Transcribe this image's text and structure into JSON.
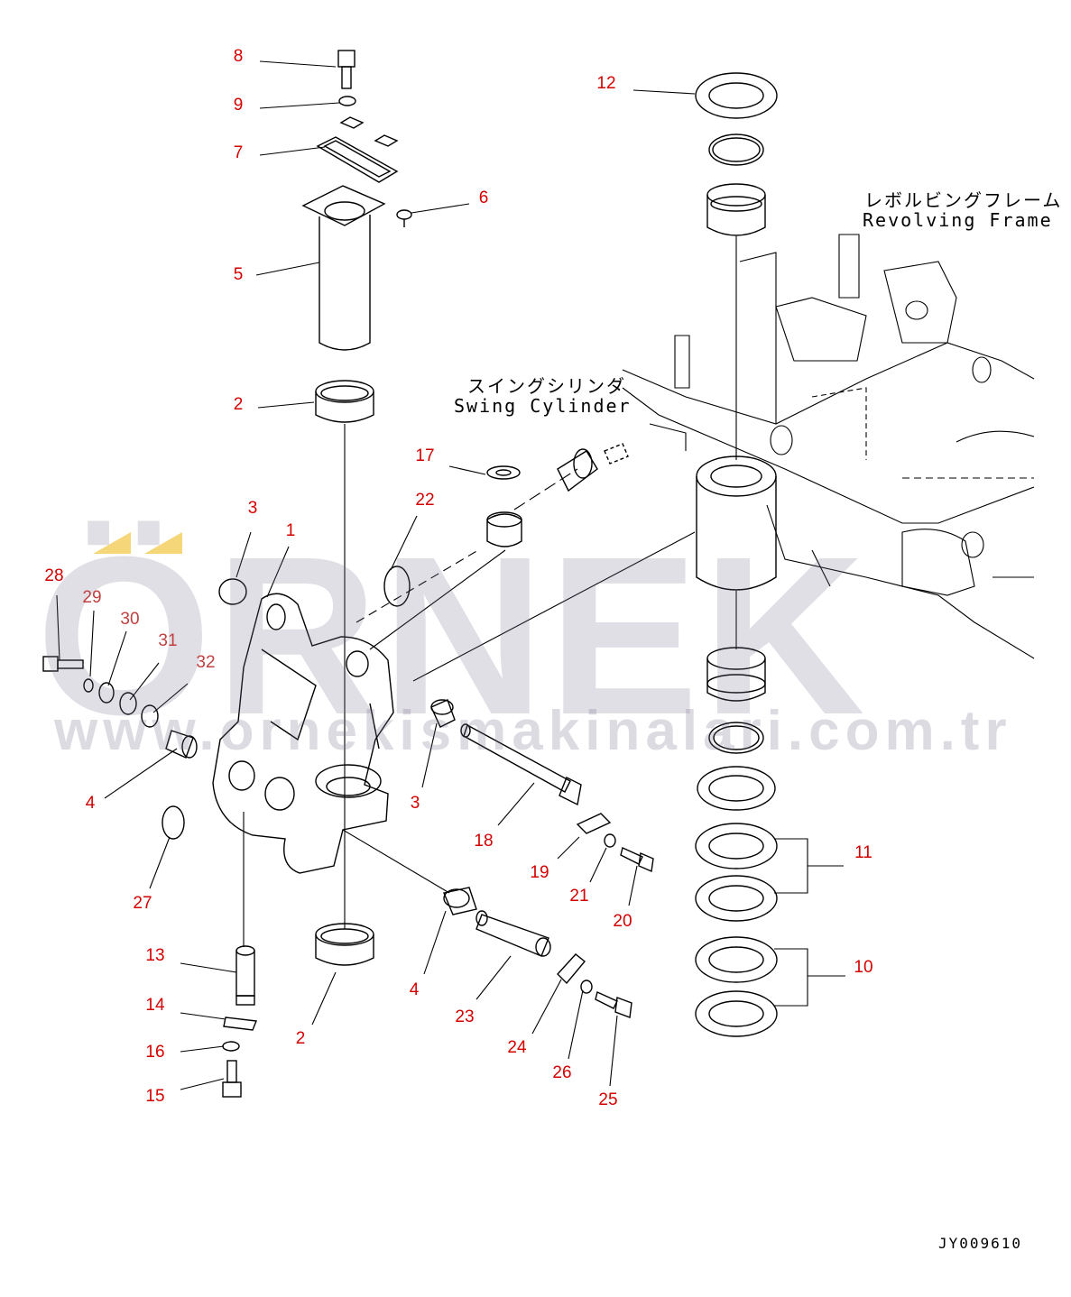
{
  "callouts": [
    "8",
    "9",
    "7",
    "6",
    "5",
    "12",
    "2",
    "17",
    "22",
    "3",
    "1",
    "28",
    "29",
    "30",
    "31",
    "32",
    "4",
    "3",
    "18",
    "11",
    "27",
    "19",
    "21",
    "20",
    "13",
    "10",
    "4",
    "14",
    "23",
    "2",
    "24",
    "16",
    "26",
    "15",
    "25"
  ],
  "labels": {
    "frame_jp": "レボルビングフレーム",
    "frame_en": "Revolving Frame",
    "cylinder_jp": "スイングシリンダ",
    "cylinder_en": "Swing Cylinder"
  },
  "drawing_number": "JY009610",
  "watermark": {
    "brand": "ÖRNEK",
    "url": "www.ornekismakinalari.com.tr",
    "accent_color": "#f5d77a"
  },
  "colors": {
    "callout": "#d40000",
    "line": "#000000"
  }
}
